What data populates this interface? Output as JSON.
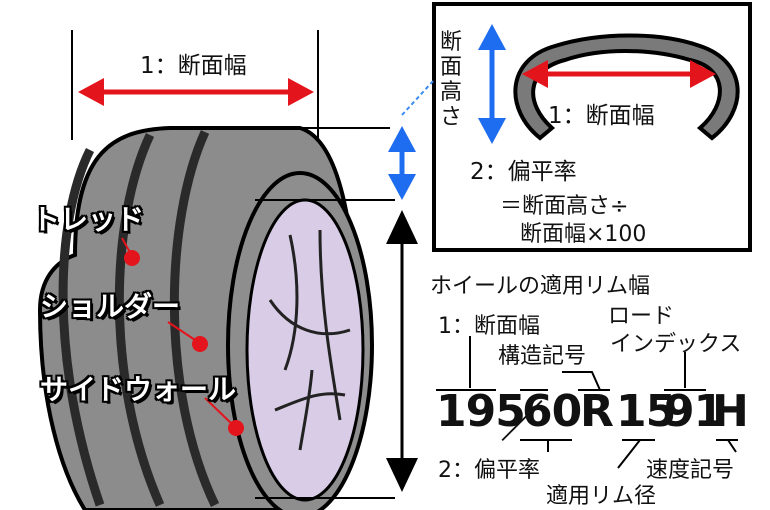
{
  "tread_label": "トレッド",
  "shoulder_label": "ショルダー",
  "sidewall_label": "サイドウォール",
  "section_width_top": "1：断面幅",
  "inset": {
    "section_height": "断面高さ",
    "section_width": "1：断面幅",
    "aspect_ratio": "2：偏平率",
    "formula_line1": "＝断面高さ÷",
    "formula_line2": "断面幅×100"
  },
  "rim_width_label": "ホイールの適用リム幅",
  "size_code": {
    "width": "195",
    "slash": "／",
    "aspect": "60",
    "construction": "R",
    "rim": "15",
    "load_index": "91",
    "speed": "H"
  },
  "code_labels": {
    "section_width": "1：断面幅",
    "construction": "構造記号",
    "load_index_line1": "ロード",
    "load_index_line2": "インデックス",
    "aspect_ratio": "2：偏平率",
    "rim_diameter": "適用リム径",
    "speed_symbol": "速度記号"
  },
  "colors": {
    "tire": "#8c8c8c",
    "tread_groove": "#3a3a3a",
    "wheel": "#d8cce6",
    "red_arrow": "#e4141c",
    "blue_arrow": "#1e6cf0",
    "black": "#111111"
  }
}
